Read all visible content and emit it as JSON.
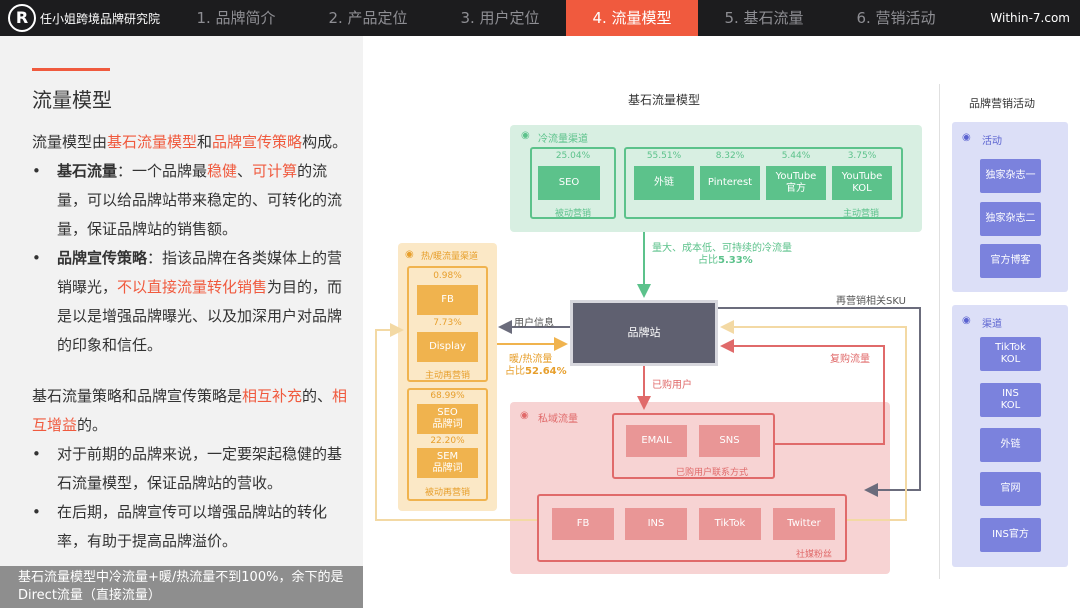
{
  "header": {
    "logo_char": "R",
    "brand": "任小姐跨境品牌研究院",
    "tabs": [
      "1. 品牌简介",
      "2. 产品定位",
      "3. 用户定位",
      "4. 流量模型",
      "5. 基石流量",
      "6. 营销活动"
    ],
    "active_tab": 3,
    "site": "Within-7.com"
  },
  "left": {
    "title": "流量模型",
    "intro": {
      "p1": "流量模型由",
      "h1": "基石流量模型",
      "p2": "和",
      "h2": "品牌宣传策略",
      "p3": "构成。"
    },
    "b1": {
      "dot": "•",
      "head": "基石流量",
      "p1": "：一个品牌最",
      "h1": "稳健",
      "p2": "、",
      "h2": "可计算",
      "p3": "的流量，可以给品牌站带来稳定的、可转化的流量，保证品牌站的销售额。"
    },
    "b2": {
      "dot": "•",
      "head": "品牌宣传策略",
      "p1": "：指该品牌在各类媒体上的营销曝光，",
      "h1": "不以直接流量转化销售",
      "p2": "为目的，而是以是增强品牌曝光、以及加深用户对品牌的印象和信任。"
    },
    "summary": {
      "p1": "基石流量策略和品牌宣传策略是",
      "h1": "相互补充",
      "p2": "的、",
      "h2": "相互增益",
      "p3": "的。"
    },
    "b3": {
      "dot": "•",
      "text": "对于前期的品牌来说，一定要架起稳健的基石流量模型，保证品牌站的营收。"
    },
    "b4": {
      "dot": "•",
      "text": "在后期，品牌宣传可以增强品牌站的转化率，有助于提高品牌溢价。"
    },
    "footer": "基石流量模型中冷流量+暖/热流量不到100%，余下的是Direct流量（直接流量）"
  },
  "diagram": {
    "title": "基石流量模型",
    "cold": {
      "label": "冷流量渠道",
      "passive": {
        "pct": "25.04%",
        "node": "SEO",
        "caption": "被动营销"
      },
      "active": {
        "caption": "主动营销",
        "items": [
          {
            "pct": "55.51%",
            "node": "外链"
          },
          {
            "pct": "8.32%",
            "node": "Pinterest"
          },
          {
            "pct": "5.44%",
            "node": "YouTube\n官方"
          },
          {
            "pct": "3.75%",
            "node": "YouTube\nKOL"
          }
        ]
      },
      "arrow_text": "量大、成本低、可持续的冷流量",
      "arrow_pct_prefix": "占比",
      "arrow_pct": "5.33%"
    },
    "warm": {
      "label": "热/暖流量渠道",
      "active": {
        "caption": "主动再营销",
        "items": [
          {
            "pct": "0.98%",
            "node": "FB"
          },
          {
            "pct": "7.73%",
            "node": "Display"
          }
        ]
      },
      "passive": {
        "caption": "被动再营销",
        "items": [
          {
            "pct": "68.99%",
            "node": "SEO\n品牌词"
          },
          {
            "pct": "22.20%",
            "node": "SEM\n品牌词"
          }
        ]
      },
      "arrow_text": "暖/热流量",
      "arrow_pct_prefix": "占比",
      "arrow_pct": "52.64%"
    },
    "hub": "品牌站",
    "user_info": "用户信息",
    "remarketing_sku": "再营销相关SKU",
    "repurchase": "复购流量",
    "purchased": "已购用户",
    "private": {
      "label": "私域流量",
      "contact_caption": "已购用户联系方式",
      "contacts": [
        "EMAIL",
        "SNS"
      ],
      "social_caption": "社媒粉丝",
      "social": [
        "FB",
        "INS",
        "TikTok",
        "Twitter"
      ]
    },
    "side": {
      "title": "品牌营销活动",
      "activity": {
        "label": "活动",
        "items": [
          "独家杂志一",
          "独家杂志二",
          "官方博客"
        ]
      },
      "channel": {
        "label": "渠道",
        "items": [
          "TikTok\nKOL",
          "INS\nKOL",
          "外链",
          "官网",
          "INS官方"
        ]
      }
    },
    "colors": {
      "green": "#5cc28b",
      "orange": "#f0b34e",
      "red": "#e06a6a",
      "hub": "#5f6070",
      "purple": "#7b82dd"
    }
  }
}
